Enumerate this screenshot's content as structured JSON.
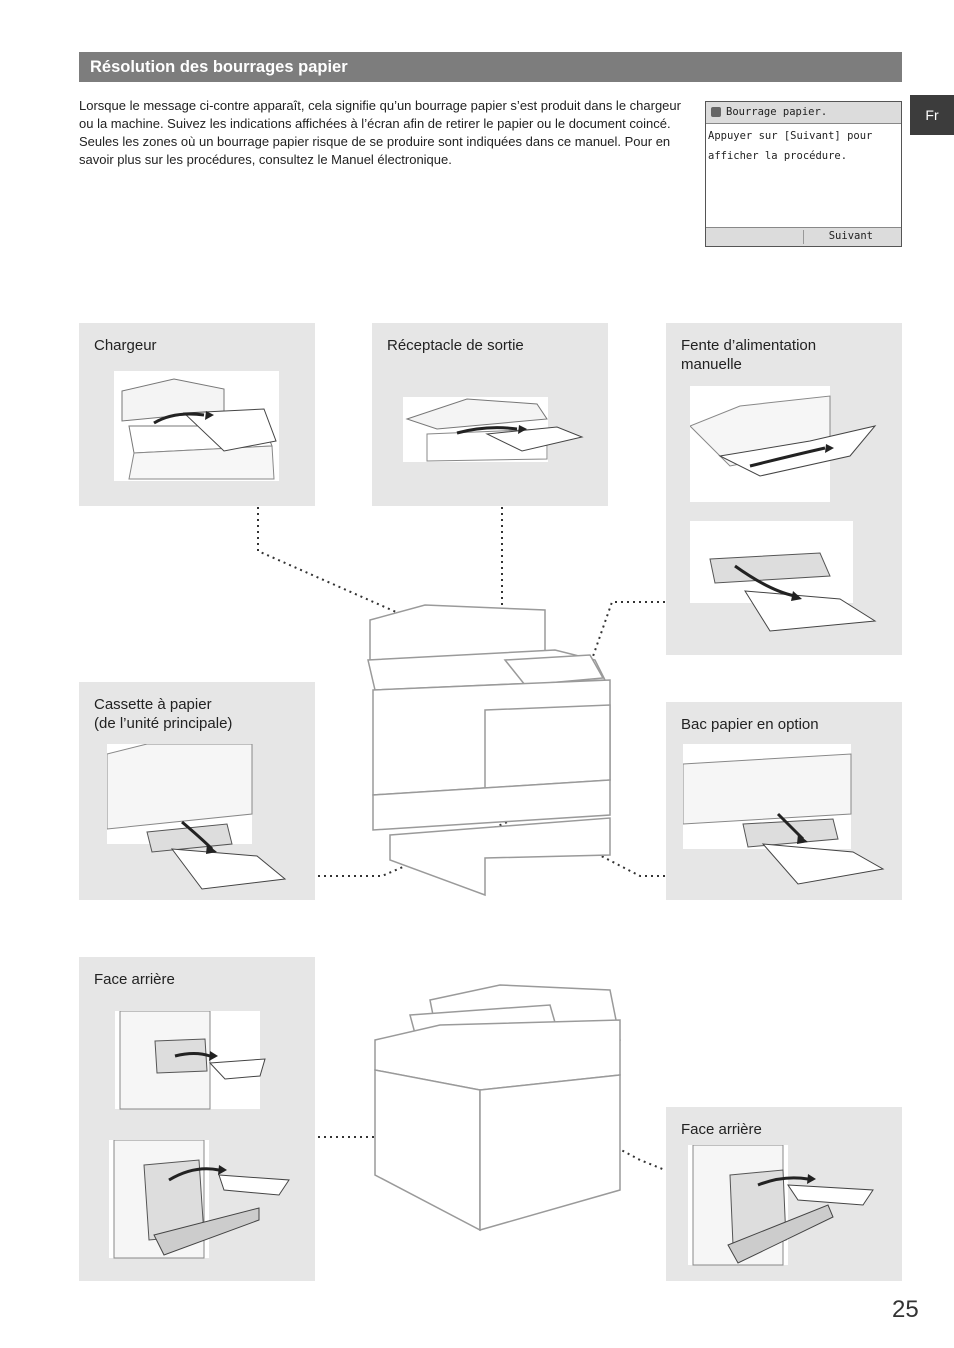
{
  "header": {
    "title": "Résolution des bourrages papier",
    "lang": "Fr"
  },
  "intro": "Lorsque le message ci-contre apparaît, cela signifie qu’un bourrage papier s’est produit dans le chargeur ou la machine. Suivez les indications affichées à l’écran afin de retirer le papier ou le document coincé. Seules les zones où un bourrage papier risque de se produire sont indiquées dans ce manuel. Pour en savoir plus sur les procédures, consultez le Manuel électronique.",
  "lcd": {
    "title": "Bourrage papier.",
    "line1": "Appuyer sur [Suivant] pour",
    "line2": "afficher la procédure.",
    "button": "Suivant"
  },
  "panels": {
    "chargeur": "Chargeur",
    "receptacle": "Réceptacle de sortie",
    "fente_line1": "Fente d’alimentation",
    "fente_line2": "manuelle",
    "cassette_line1": "Cassette à papier",
    "cassette_line2": "(de l’unité principale)",
    "bac": "Bac papier en option",
    "face_arriere_left": "Face arrière",
    "face_arriere_right": "Face arrière"
  },
  "page_number": "25"
}
